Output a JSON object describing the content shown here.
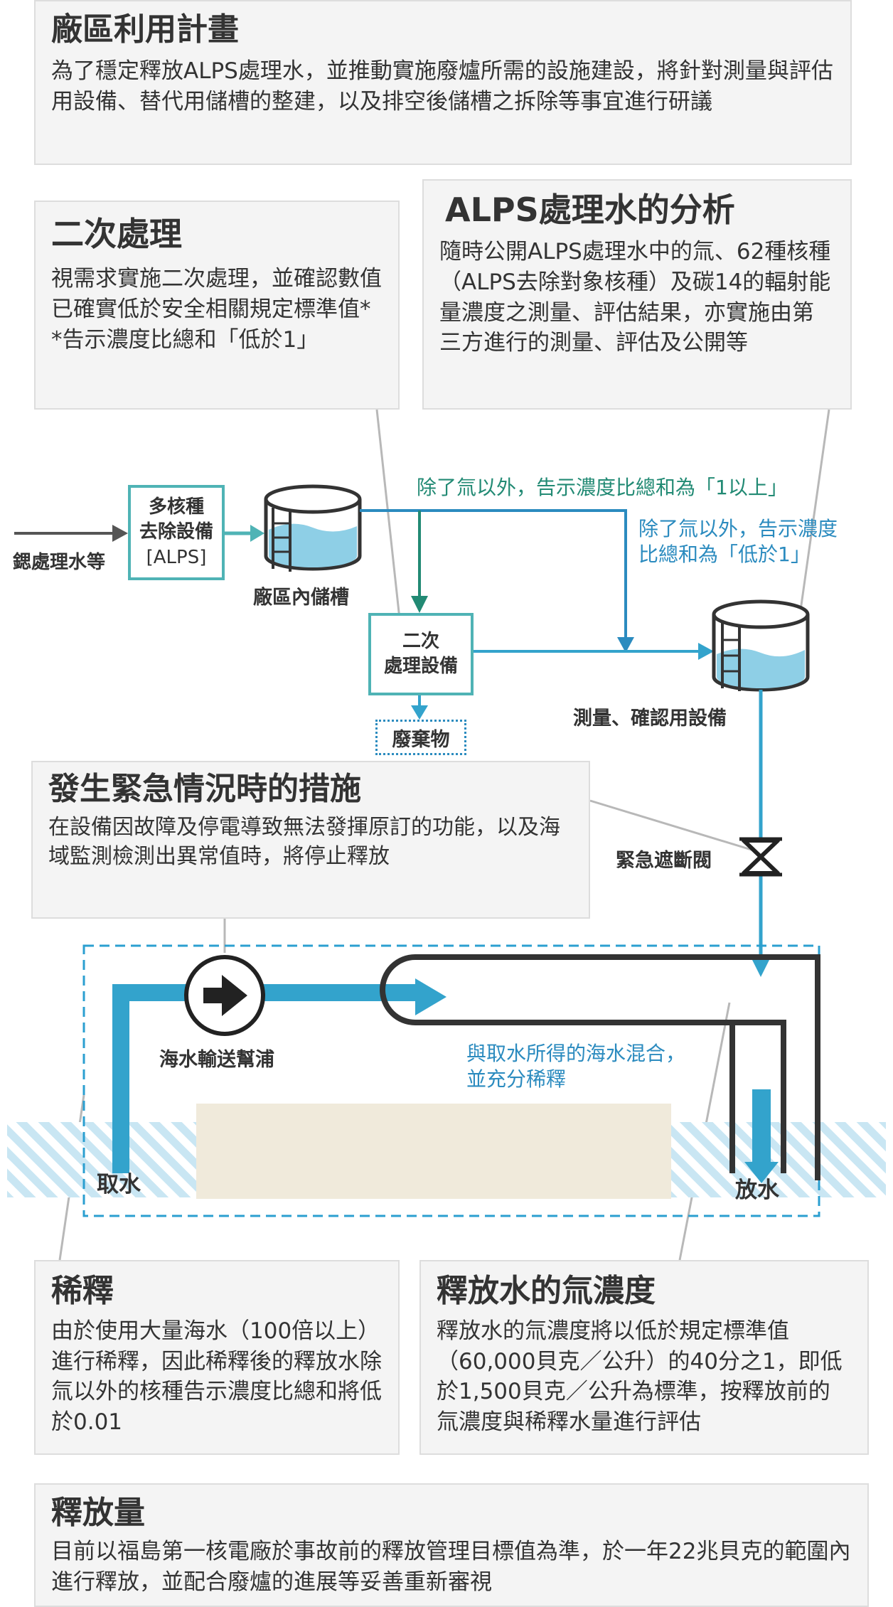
{
  "plan": {
    "title": "廠區利用計畫",
    "body": "為了穩定釋放ALPS處理水，並推動實施廢爐所需的設施建設，將針對測量與評估用設備、替代用儲槽的整建，以及排空後儲槽之拆除等事宜進行研議"
  },
  "secondary": {
    "title": "二次處理",
    "body": "視需求實施二次處理，並確認數值已確實低於安全相關規定標準值*",
    "note": "*告示濃度比總和「低於1」"
  },
  "analysis": {
    "title": "ALPS處理水的分析",
    "body": "隨時公開ALPS處理水中的氚、62種核種（ALPS去除對象核種）及碳14的輻射能量濃度之測量、評估結果，亦實施由第三方進行的測量、評估及公開等"
  },
  "flow": {
    "input": "鍶處理水等",
    "alps_line1": "多核種",
    "alps_line2": "去除設備",
    "alps_line3": "[ALPS]",
    "tank": "廠區內儲槽",
    "route_above": "除了氚以外，告示濃度比總和為「1以上」",
    "route_below_line1": "除了氚以外，告示濃度",
    "route_below_line2": "比總和為「低於1」",
    "secondary_line1": "二次",
    "secondary_line2": "處理設備",
    "waste": "廢棄物",
    "measure": "測量、確認用設備",
    "valve": "緊急遮斷閥",
    "pump": "海水輸送幫浦",
    "mix_line1": "與取水所得的海水混合，",
    "mix_line2": "並充分稀釋",
    "intake": "取水",
    "discharge": "放水"
  },
  "emergency": {
    "title": "發生緊急情況時的措施",
    "body": "在設備因故障及停電導致無法發揮原訂的功能，以及海域監測檢測出異常值時，將停止釋放"
  },
  "dilution": {
    "title": "稀釋",
    "body": "由於使用大量海水（100倍以上）進行稀釋，因此稀釋後的釋放水除氚以外的核種告示濃度比總和將低於0.01"
  },
  "tritium": {
    "title": "釋放水的氚濃度",
    "body": "釋放水的氚濃度將以低於規定標準值（60,000貝克／公升）的40分之1，即低於1,500貝克／公升為標準，按釋放前的氚濃度與稀釋水量進行評估"
  },
  "amount": {
    "title": "釋放量",
    "body": "目前以福島第一核電廠於事故前的釋放管理目標值為準，於一年22兆貝克的範圍內進行釋放，並配合廢爐的進展等妥善重新審視"
  },
  "colors": {
    "teal": "#228a74",
    "blue": "#2b8bbf",
    "node_border": "#4fb3b5",
    "pipe": "#33a3cc",
    "water": "#8ecfe6",
    "sea_stripe": "#c9e6f3",
    "seabed": "#f0eadb",
    "box_bg": "#f4f4f4"
  }
}
